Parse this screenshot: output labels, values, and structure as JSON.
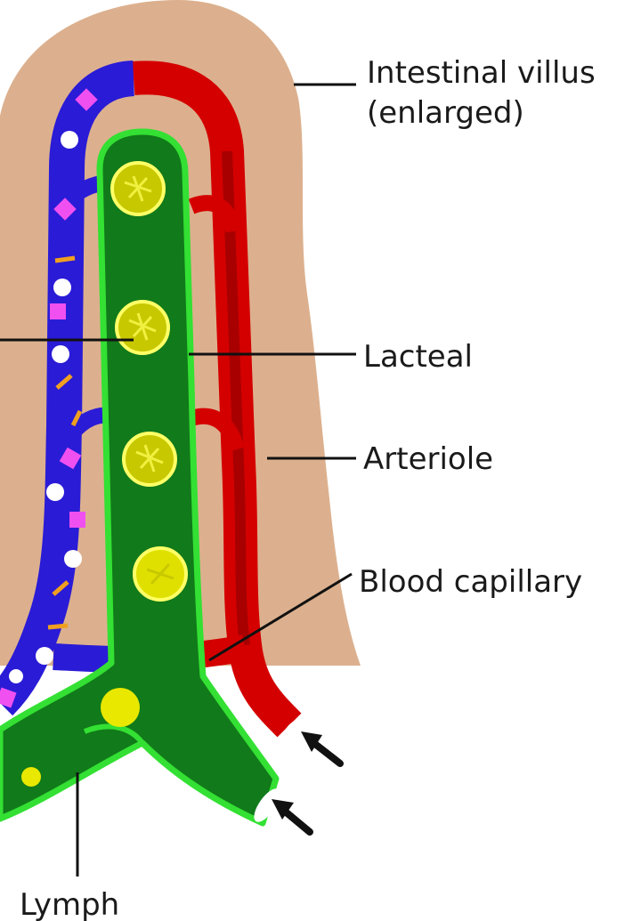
{
  "labels": {
    "villus_line1": "Intestinal villus",
    "villus_line2": "(enlarged)",
    "lacteal": "Lacteal",
    "arteriole": "Arteriole",
    "blood_capillary": "Blood capillary",
    "lymph": "Lymph"
  },
  "colors": {
    "villus_tissue": "#dcb08e",
    "venule": "#2a1bd6",
    "arteriole": "#d40000",
    "arteriole_dark": "#a80000",
    "lacteal": "#117a1a",
    "lacteal_outline": "#33e033",
    "fat_droplet": "#e8e800",
    "particle_pink": "#f050f0",
    "particle_white": "#ffffff",
    "particle_orange": "#f0a020",
    "arrow": "#111111"
  },
  "icons": {
    "inflow_arrow": "arrow-icon"
  }
}
